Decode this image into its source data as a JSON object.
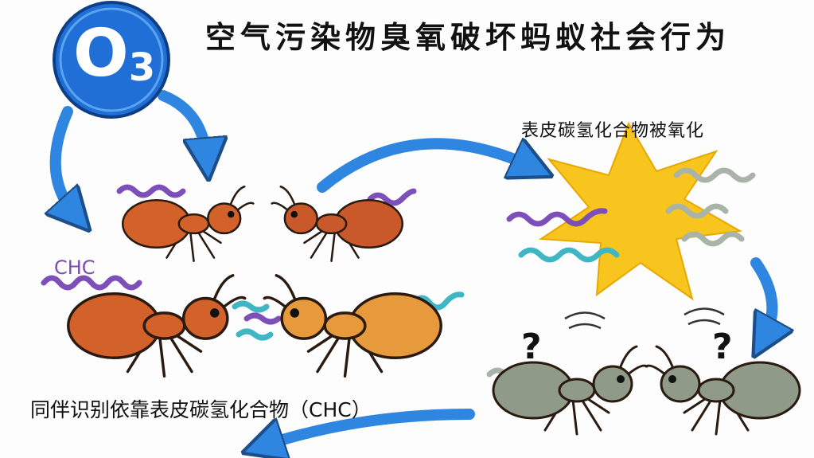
{
  "title": "空气污染物臭氧破坏蚂蚁社会行为",
  "ozone_badge": {
    "main": "O",
    "sub": "3"
  },
  "labels": {
    "oxidized": "表皮碳氢化合物被氧化",
    "chc": "CHC",
    "recognition": "同伴识别依靠表皮碳氢化合物（CHC）",
    "question": "?"
  },
  "colors": {
    "arrow": "#2f86e0",
    "badge": "#1f6fd6",
    "star": "#f7c51e",
    "purple": "#7d4fb8",
    "teal": "#3fb6c4",
    "ant_red": "#d2622a",
    "ant_orange": "#e69a3c",
    "ant_grey": "#8f9a88"
  }
}
